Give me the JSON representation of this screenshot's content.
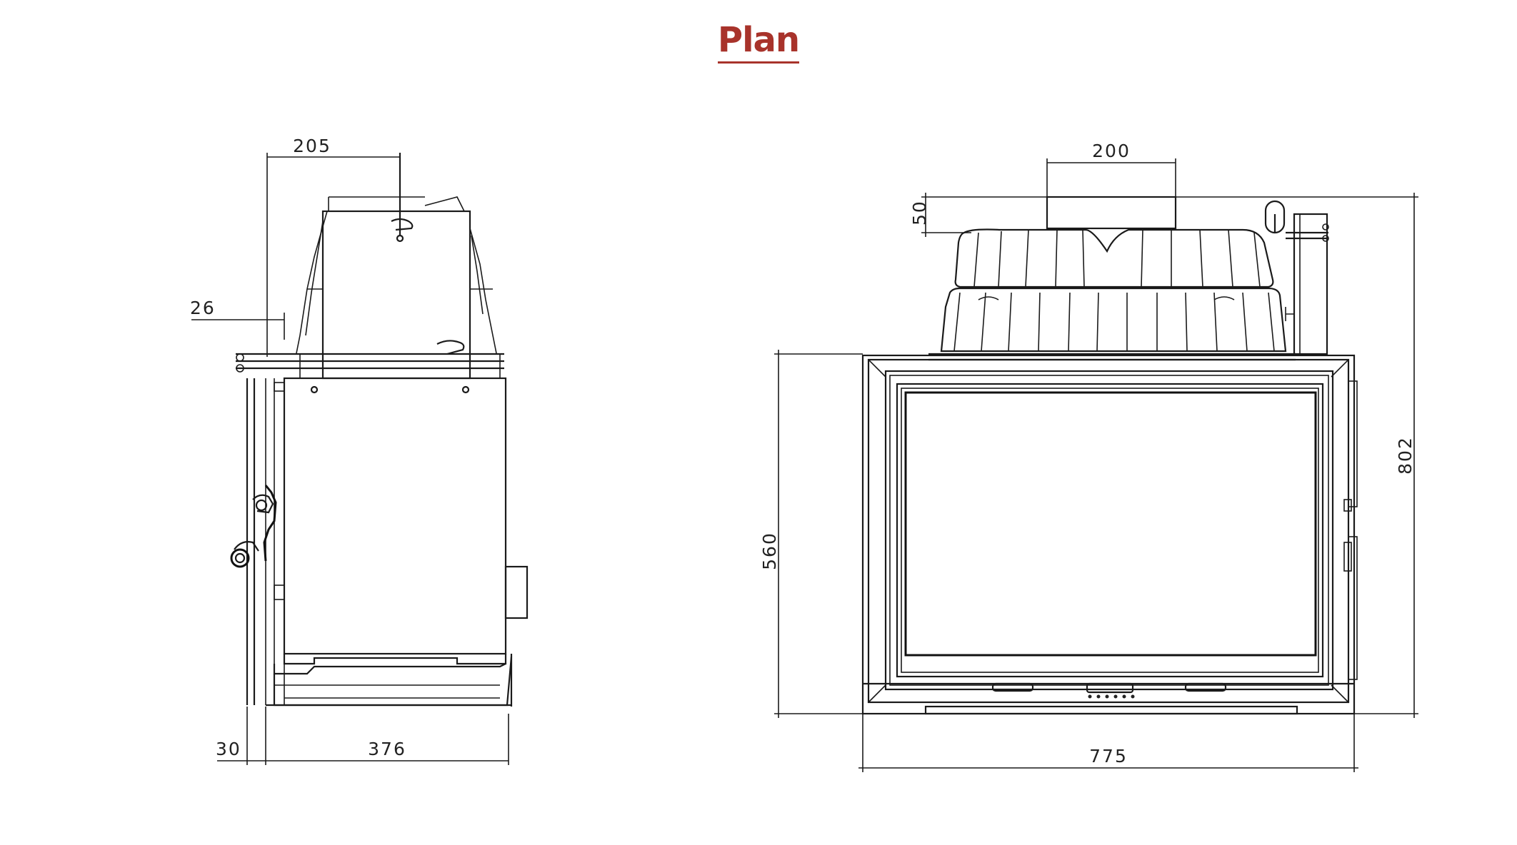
{
  "page": {
    "title": "Plan"
  },
  "side_view": {
    "dims": {
      "top_width": "205",
      "flue_offset": "26",
      "frame": "30",
      "depth": "376"
    }
  },
  "front_view": {
    "dims": {
      "flue_width": "200",
      "flue_height": "50",
      "body_height": "560",
      "total_height": "802",
      "width": "775"
    }
  }
}
